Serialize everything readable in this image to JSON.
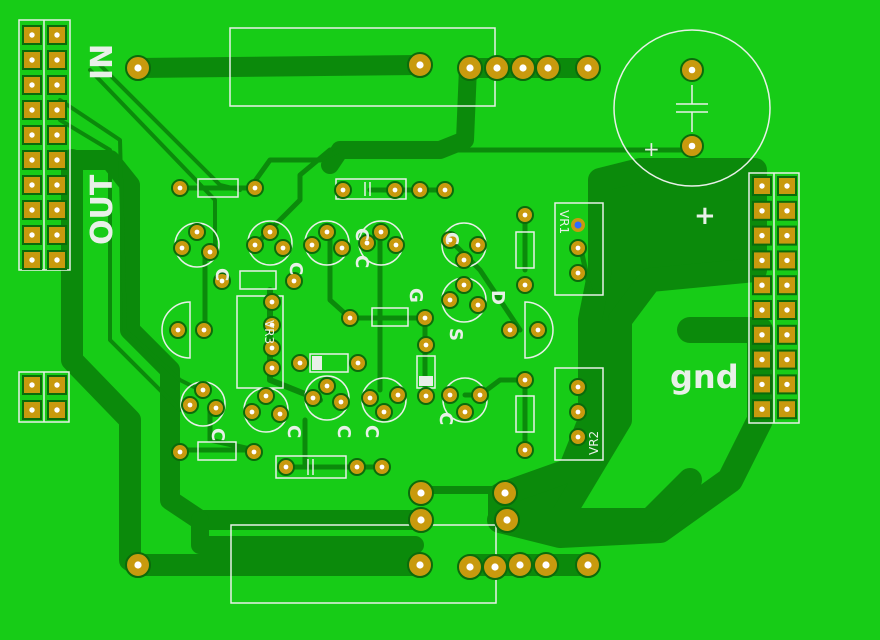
{
  "colors": {
    "board": "#17cc17",
    "trace": "#0b8a0b",
    "pad": "#c89a0e",
    "pad_hole": "#ffffff",
    "silk": "#e8f0e8",
    "via": "#2a6cff"
  },
  "labels": {
    "in": "IN",
    "out": "OUT",
    "gnd": "gnd",
    "plus": "+",
    "vr1": "VR1",
    "vr2": "VR2",
    "vr3": "VR3",
    "cap_plus": "+"
  },
  "component_marks": {
    "c": "C",
    "g": "G",
    "s": "S",
    "d": "D"
  }
}
